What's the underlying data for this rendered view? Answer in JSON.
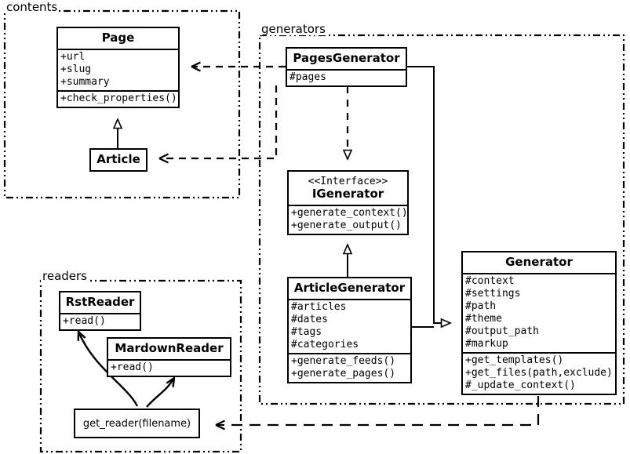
{
  "diagram": {
    "type": "uml-class-diagram",
    "packages": [
      {
        "id": "contents",
        "label": "contents"
      },
      {
        "id": "generators",
        "label": "generators"
      },
      {
        "id": "readers",
        "label": "readers"
      }
    ],
    "classes": [
      {
        "id": "page",
        "name": "Page",
        "package": "contents",
        "stereotype": "",
        "attributes": [
          "+url",
          "+slug",
          "+summary"
        ],
        "methods": [
          "+check_properties()"
        ]
      },
      {
        "id": "article",
        "name": "Article",
        "package": "contents",
        "stereotype": "",
        "attributes": [],
        "methods": []
      },
      {
        "id": "pagesgenerator",
        "name": "PagesGenerator",
        "package": "generators",
        "stereotype": "",
        "attributes": [
          "#pages"
        ],
        "methods": []
      },
      {
        "id": "igenerator",
        "name": "IGenerator",
        "package": "generators",
        "stereotype": "<<Interface>>",
        "attributes": [],
        "methods": [
          "+generate_context()",
          "+generate_output()"
        ]
      },
      {
        "id": "articlegenerator",
        "name": "ArticleGenerator",
        "package": "generators",
        "stereotype": "",
        "attributes": [
          "#articles",
          "#dates",
          "#tags",
          "#categories"
        ],
        "methods": [
          "+generate_feeds()",
          "+generate_pages()"
        ]
      },
      {
        "id": "generator",
        "name": "Generator",
        "package": "generators",
        "stereotype": "",
        "attributes": [
          "#context",
          "#settings",
          "#path",
          "#theme",
          "#output_path",
          "#markup"
        ],
        "methods": [
          "+get_templates()",
          "+get_files(path,exclude)",
          "#_update_context()"
        ]
      },
      {
        "id": "rstreader",
        "name": "RstReader",
        "package": "readers",
        "stereotype": "",
        "attributes": [],
        "methods": [
          "+read()"
        ]
      },
      {
        "id": "mardownreader",
        "name": "MardownReader",
        "package": "readers",
        "stereotype": "",
        "attributes": [],
        "methods": [
          "+read()"
        ]
      }
    ],
    "functions": [
      {
        "id": "get_reader",
        "label": "get_reader(filename)",
        "package": "readers"
      }
    ],
    "relations": [
      {
        "from": "pagesgenerator",
        "to": "page",
        "kind": "dependency",
        "style": "dashed-open-arrow"
      },
      {
        "from": "pagesgenerator",
        "to": "article",
        "kind": "dependency",
        "style": "dashed-open-arrow"
      },
      {
        "from": "pagesgenerator",
        "to": "igenerator",
        "kind": "realization",
        "style": "dashed-hollow-triangle"
      },
      {
        "from": "articlegenerator",
        "to": "igenerator",
        "kind": "realization",
        "style": "solid-hollow-triangle"
      },
      {
        "from": "pagesgenerator",
        "to": "generator",
        "kind": "generalization",
        "style": "solid-hollow-triangle"
      },
      {
        "from": "articlegenerator",
        "to": "generator",
        "kind": "generalization",
        "style": "solid-hollow-triangle"
      },
      {
        "from": "generator",
        "to": "get_reader",
        "kind": "dependency",
        "style": "dashed-open-arrow"
      },
      {
        "from": "get_reader",
        "to": "rstreader",
        "kind": "return",
        "style": "curved-open-arrow"
      },
      {
        "from": "get_reader",
        "to": "mardownreader",
        "kind": "return",
        "style": "curved-open-arrow"
      },
      {
        "from": "page",
        "to": "article",
        "kind": "generalization",
        "style": "solid-hollow-triangle"
      }
    ],
    "colors": {
      "line": "#000000",
      "fill": "#ffffff",
      "text": "#000000"
    }
  }
}
